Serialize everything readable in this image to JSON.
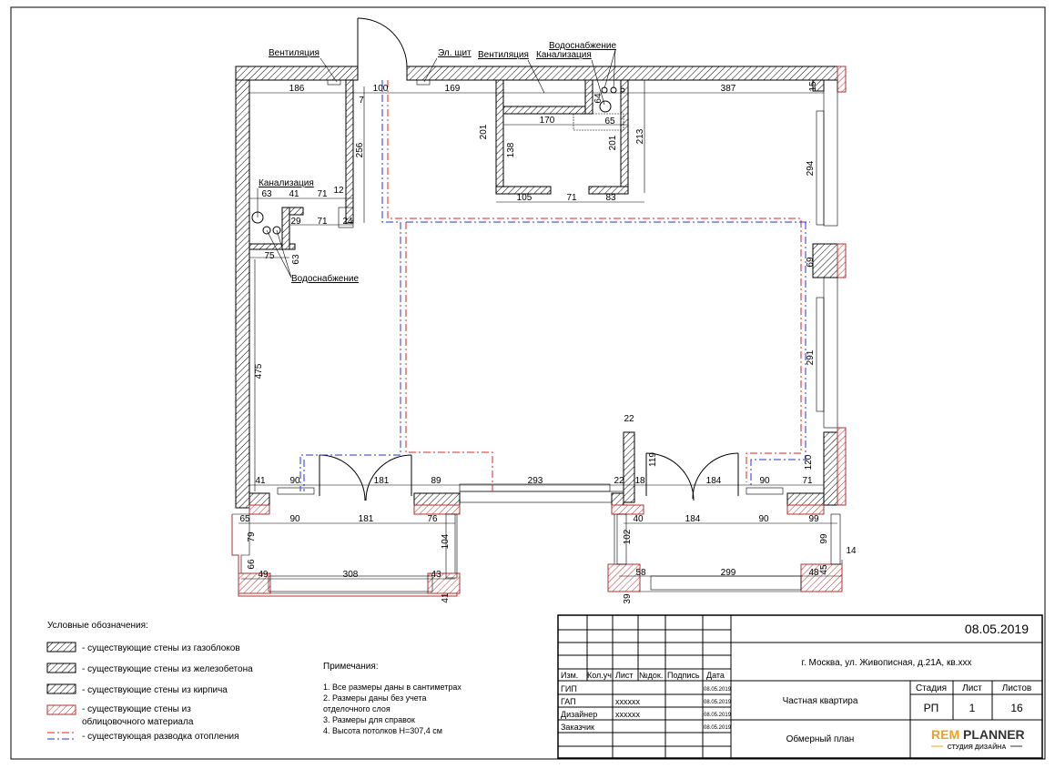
{
  "plan": {
    "labels": {
      "ventilation_left": "Вентиляция",
      "el_panel": "Эл. щит",
      "ventilation_center": "Вентиляция",
      "sewage_top": "Канализация",
      "water_top": "Водоснабжение",
      "sewage_left": "Канализация",
      "water_left": "Водоснабжение"
    },
    "dims": [
      "186",
      "100",
      "7",
      "169",
      "387",
      "15",
      "64",
      "170",
      "65",
      "201",
      "138",
      "201",
      "213",
      "105",
      "71",
      "83",
      "256",
      "63",
      "41",
      "71",
      "12",
      "29",
      "71",
      "24",
      "75",
      "63",
      "475",
      "294",
      "69",
      "291",
      "22",
      "119",
      "120",
      "41",
      "90",
      "181",
      "89",
      "293",
      "22",
      "18",
      "184",
      "90",
      "71",
      "65",
      "90",
      "181",
      "76",
      "40",
      "184",
      "90",
      "99",
      "79",
      "66",
      "104",
      "49",
      "308",
      "43",
      "41",
      "102",
      "58",
      "299",
      "48",
      "99",
      "14",
      "45",
      "39"
    ]
  },
  "legend": {
    "title": "Условные обозначения:",
    "items": [
      "- существующие стены из газоблоков",
      "- существующие стены из железобетона",
      "- существующие стены из кирпича",
      "- существующие стены из",
      "облицовочного материала",
      "- существующая разводка отопления"
    ]
  },
  "notes": {
    "title": "Примечания:",
    "items": [
      "1. Все размеры даны в сантиметрах",
      "2. Размеры даны без учета",
      "отделочного слоя",
      "3. Размеры для справок",
      "4. Высота потолков H=307,4 см"
    ]
  },
  "title_block": {
    "headers": [
      "Изм.",
      "Кол.уч",
      "Лист",
      "№док.",
      "Подпись",
      "Дата"
    ],
    "rows": [
      {
        "role": "ГИП",
        "name": "",
        "date": "08.05.2019"
      },
      {
        "role": "ГАП",
        "name": "xxxxxx",
        "date": "08.05.2019"
      },
      {
        "role": "Дизайнер",
        "name": "xxxxxx",
        "date": "08.05.2019"
      },
      {
        "role": "Заказчик",
        "name": "",
        "date": "08.05.2019"
      }
    ],
    "date": "08.05.2019",
    "address": "г. Москва, ул. Живописная, д.21А, кв.xxx",
    "project": "Частная квартира",
    "sheet_title": "Обмерный план",
    "stage_label": "Стадия",
    "sheet_label": "Лист",
    "sheets_label": "Листов",
    "stage": "РП",
    "sheet": "1",
    "sheets": "16",
    "logo_rem": "REM",
    "logo_planner": "PLANNER",
    "logo_sub": "СТУДИЯ ДИЗАЙНА"
  },
  "colors": {
    "heating_red": "#e02020",
    "heating_blue": "#2030e0",
    "logo_orange": "#f0a020",
    "facing_wall": "#b03030"
  }
}
